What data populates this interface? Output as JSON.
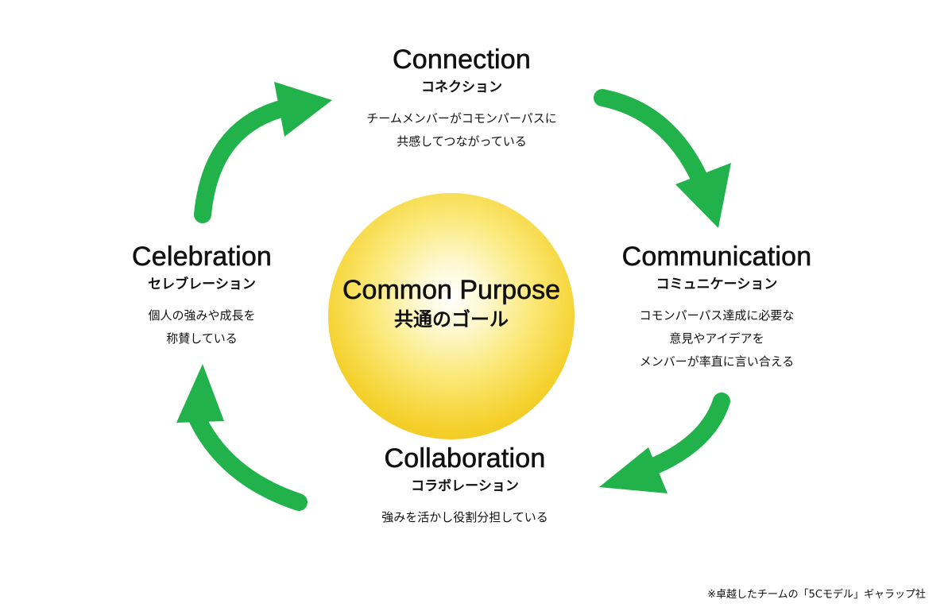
{
  "colors": {
    "arrow": "#21b24b",
    "circle_center": "#fffbe6",
    "circle_edge": "#e8b900",
    "text": "#111111"
  },
  "center": {
    "title_en": "Common Purpose",
    "title_jp": "共通のゴール"
  },
  "nodes": {
    "connection": {
      "title": "Connection",
      "kana": "コネクション",
      "desc": [
        "チームメンバーがコモンパーパスに",
        "共感してつながっている"
      ]
    },
    "communication": {
      "title": "Communication",
      "kana": "コミュニケーション",
      "desc": [
        "コモンパーパス達成に必要な",
        "意見やアイデアを",
        "メンバーが率直に言い合える"
      ]
    },
    "collaboration": {
      "title": "Collaboration",
      "kana": "コラボレーション",
      "desc": [
        "強みを活かし役割分担している"
      ]
    },
    "celebration": {
      "title": "Celebration",
      "kana": "セレブレーション",
      "desc": [
        "個人の強みや成長を",
        "称賛している"
      ]
    }
  },
  "footnote": "※卓越したチームの「5Cモデル」ギャラップ社"
}
